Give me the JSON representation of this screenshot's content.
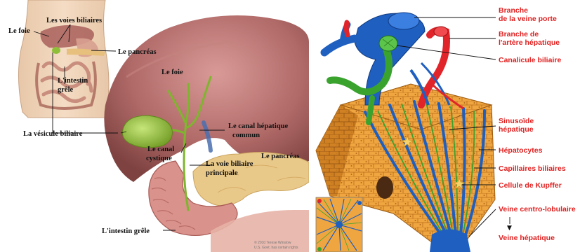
{
  "left_panel": {
    "labels": {
      "le_foie_small": "Le foie",
      "voies_biliaires": "Les voies biliaires",
      "pancreas_small": "Le pancréas",
      "intestin_grele_1": "L'intestin",
      "intestin_grele_2": "grêle",
      "le_foie_main": "Le foie",
      "vesicule": "La vésicule biliaire",
      "canal_hepatique_1": "Le canal hépatique",
      "canal_hepatique_2": "commun",
      "canal_cystique_1": "Le canal",
      "canal_cystique_2": "cystique",
      "voie_biliaire_1": "La voie biliaire",
      "voie_biliaire_2": "principale",
      "pancreas_main": "Le pancréas",
      "intestin_grele_main": "L'intestin grêle"
    },
    "copyright_1": "© 2010 Terese Winslow",
    "copyright_2": "U.S. Govt. has certain rights"
  },
  "right_panel": {
    "labels": {
      "veine_porte_1": "Branche",
      "veine_porte_2": "de la veine porte",
      "artere_1": "Branche de",
      "artere_2": "l'artère hépatique",
      "canalicule": "Canalicule biliaire",
      "sinusoide_1": "Sinusoïde",
      "sinusoide_2": "hépatique",
      "hepatocytes": "Hépatocytes",
      "capillaires": "Capillaires biliaires",
      "kupffer": "Cellule de Kupffer",
      "centro": "Veine centro-lobulaire",
      "hepatique": "Veine hépatique"
    },
    "arrow_glyph": "▼"
  },
  "colors": {
    "liver": "#b06a68",
    "gallbladder": "#8fbf3a",
    "pancreas": "#e9c98a",
    "vein_blue": "#1f5fc0",
    "artery_red": "#e0242a",
    "bile_green": "#3aa32e",
    "hepatocyte_orange": "#f0a640",
    "label_red": "#e02020"
  }
}
